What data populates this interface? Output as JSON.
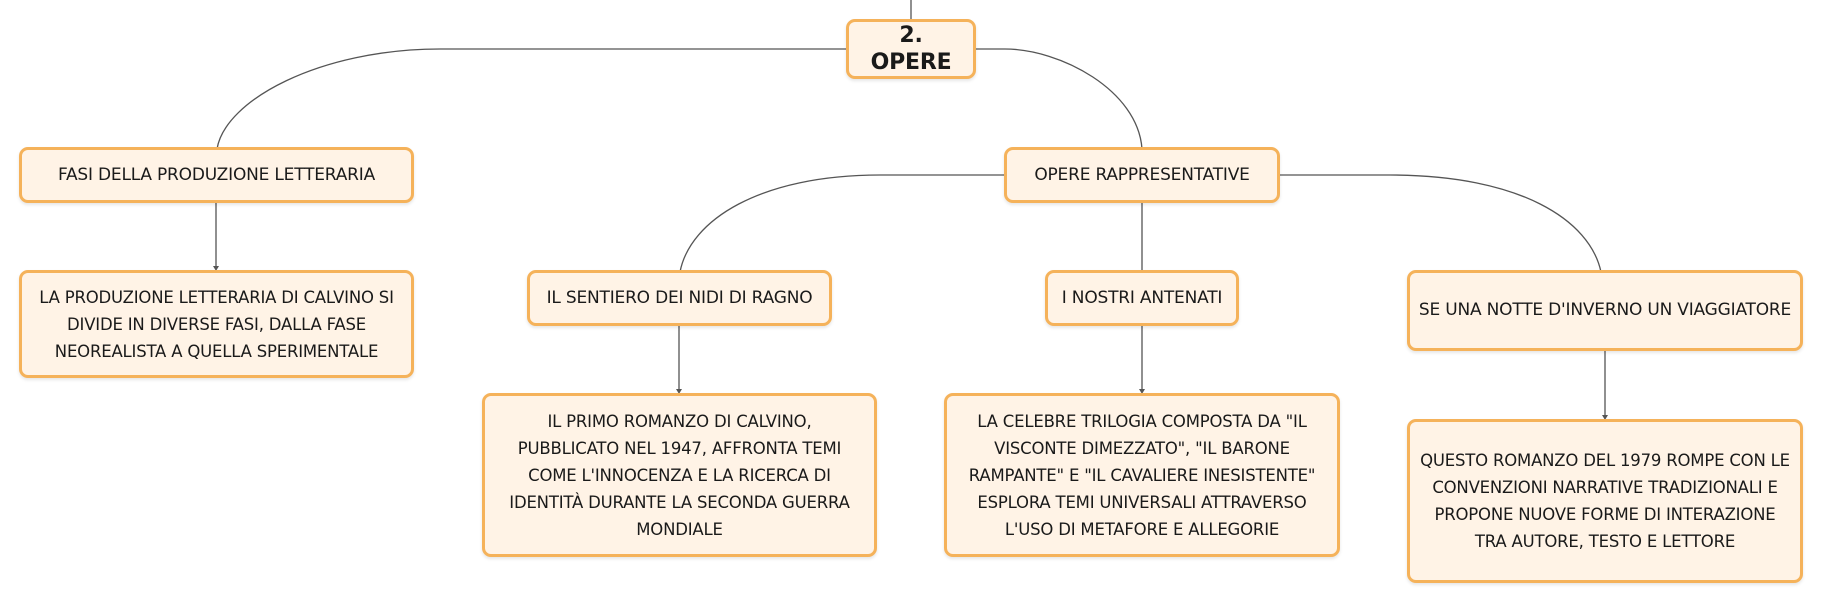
{
  "colors": {
    "node_fill": "#fff3e6",
    "node_border": "#f5b25a",
    "connector": "#555555",
    "text": "#1a1a1a"
  },
  "diagram": {
    "root": {
      "label": "2. OPERE"
    },
    "branches": {
      "fasi": {
        "label": "FASI DELLA PRODUZIONE LETTERARIA",
        "detail": "LA PRODUZIONE LETTERARIA DI CALVINO SI DIVIDE IN DIVERSE FASI, DALLA FASE NEOREALISTA A QUELLA SPERIMENTALE"
      },
      "opere": {
        "label": "OPERE RAPPRESENTATIVE",
        "works": [
          {
            "label": "IL SENTIERO DEI NIDI DI RAGNO",
            "detail": "IL PRIMO ROMANZO DI CALVINO, PUBBLICATO NEL 1947, AFFRONTA TEMI COME L'INNOCENZA E LA RICERCA DI IDENTITÀ DURANTE LA SECONDA GUERRA MONDIALE"
          },
          {
            "label": "I NOSTRI ANTENATI",
            "detail": "LA CELEBRE TRILOGIA COMPOSTA DA \"IL VISCONTE DIMEZZATO\", \"IL BARONE RAMPANTE\" E \"IL CAVALIERE INESISTENTE\" ESPLORA TEMI UNIVERSALI ATTRAVERSO L'USO DI METAFORE E ALLEGORIE"
          },
          {
            "label": "SE UNA NOTTE D'INVERNO UN VIAGGIATORE",
            "detail": "QUESTO ROMANZO DEL 1979 ROMPE CON LE CONVENZIONI NARRATIVE TRADIZIONALI E PROPONE NUOVE FORME DI INTERAZIONE TRA AUTORE, TESTO E LETTORE"
          }
        ]
      }
    }
  }
}
